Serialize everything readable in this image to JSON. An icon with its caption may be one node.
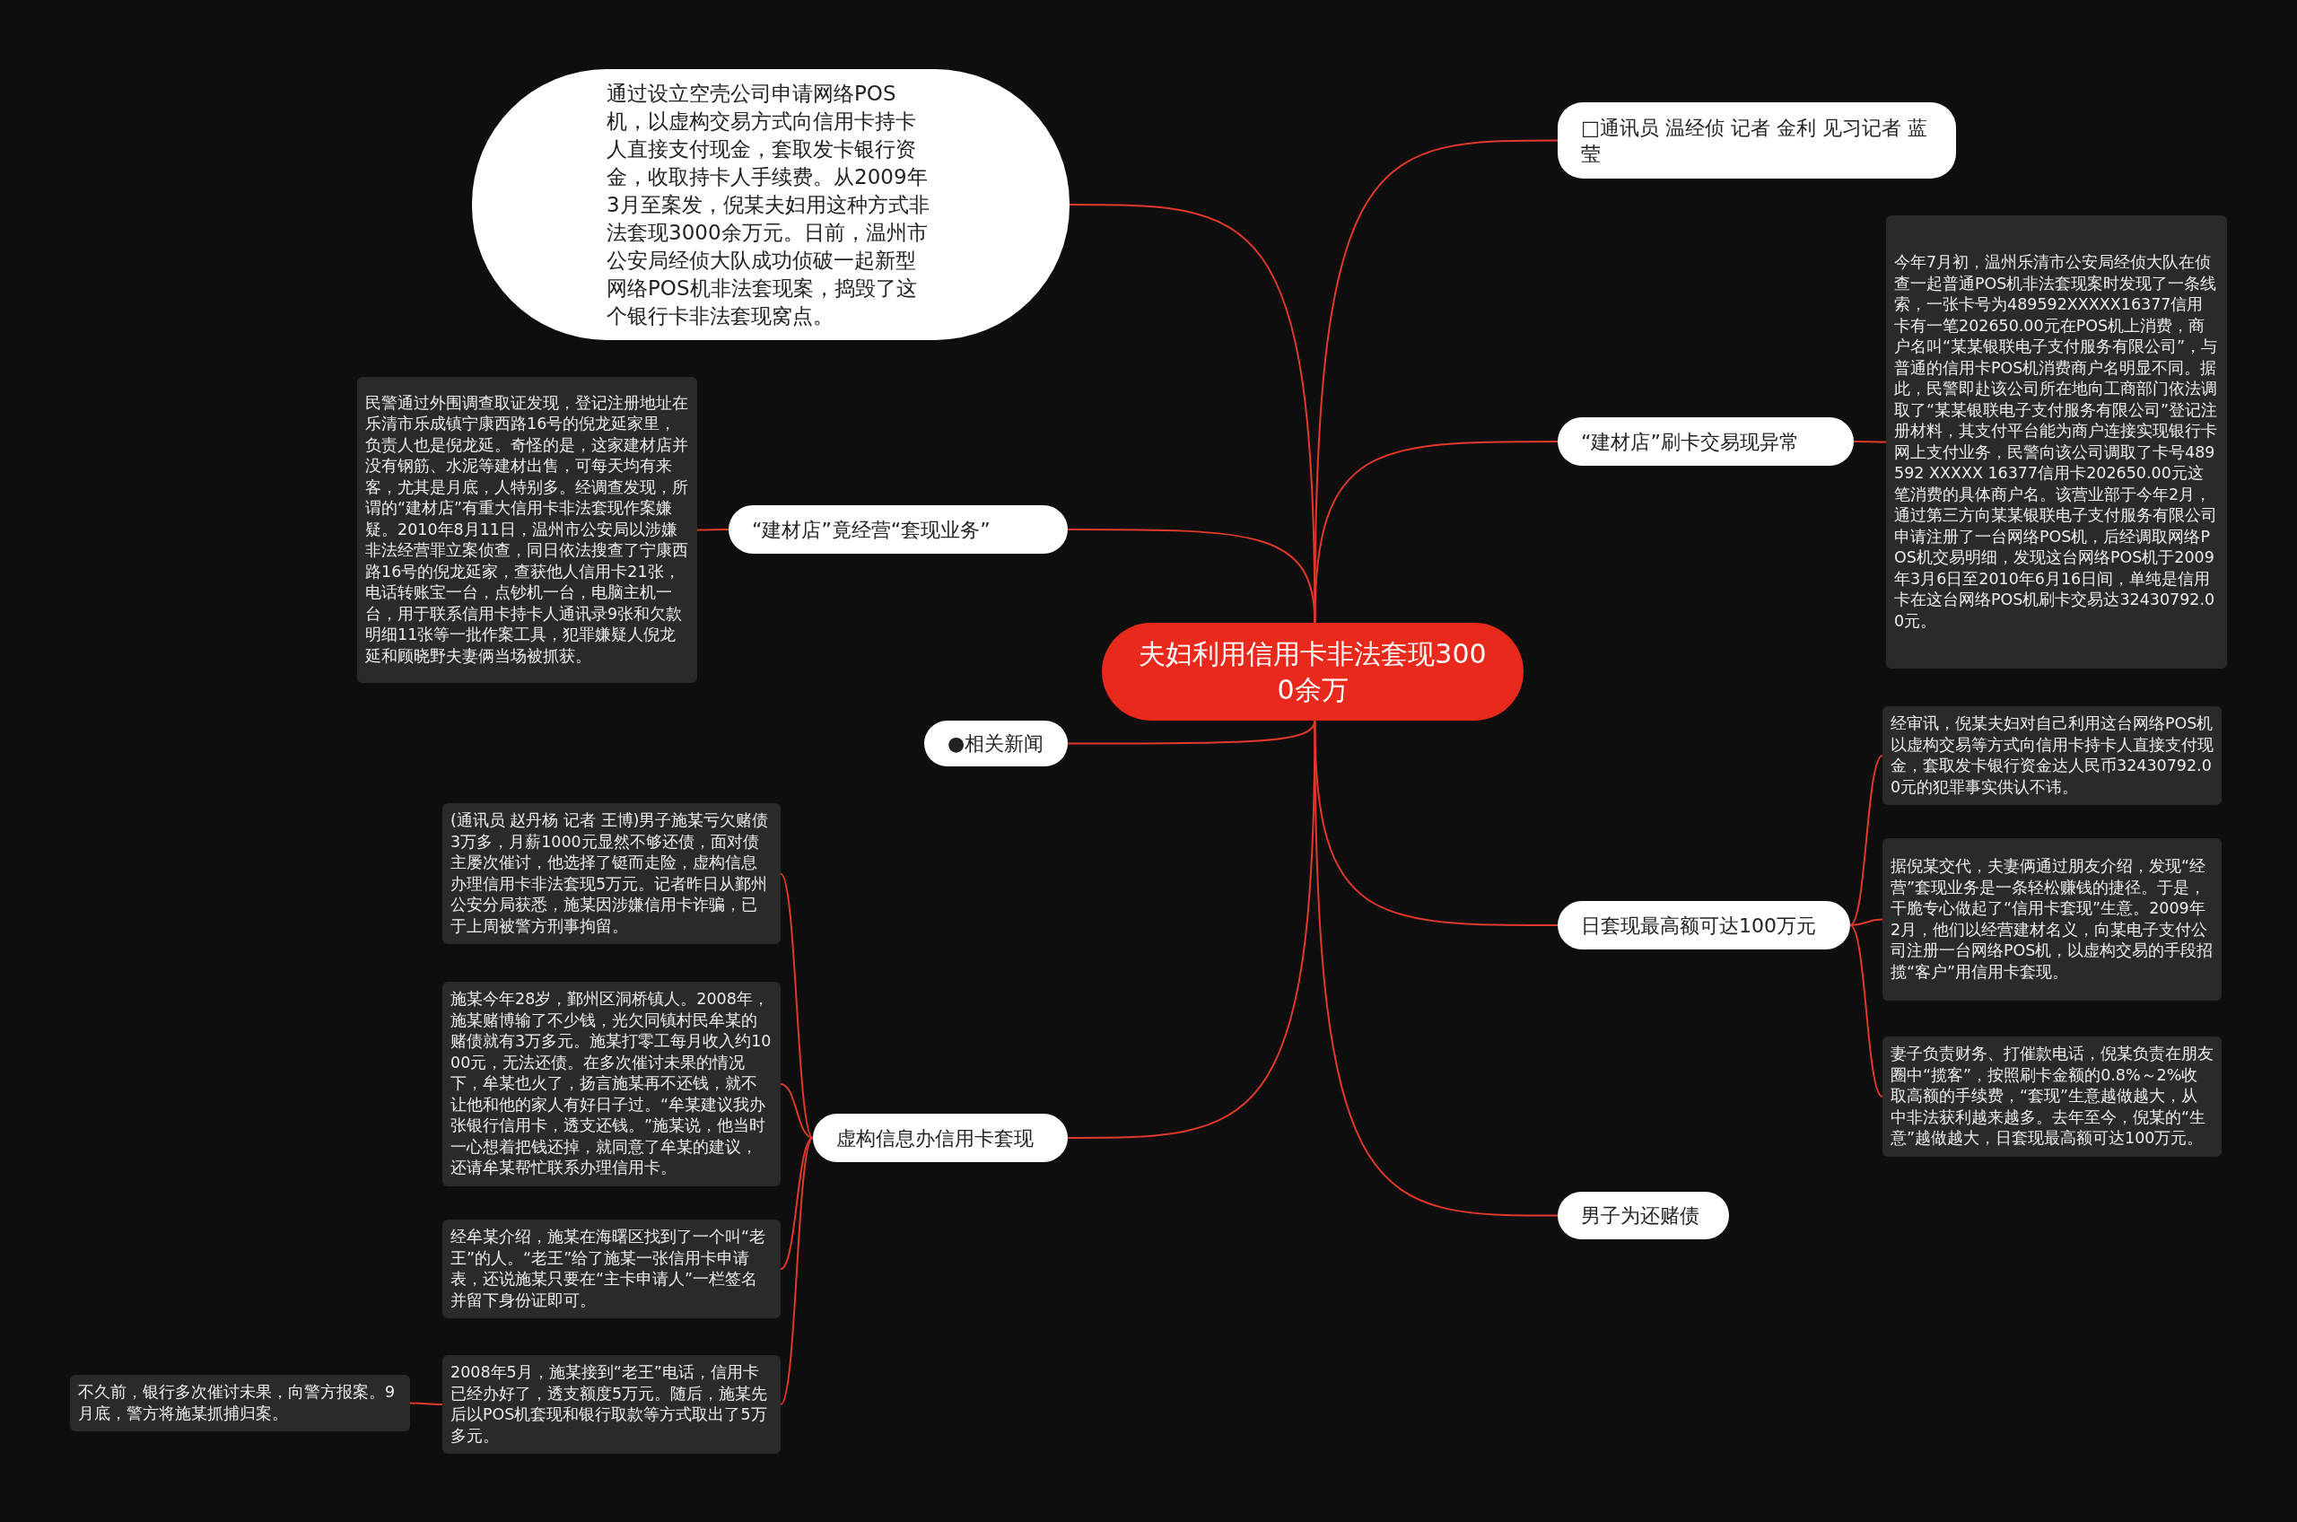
{
  "diagram": {
    "nodes": [
      {
        "text": [
          "夫妇利用信用卡非法套现3000余万"
        ]
      },
      {
        "text": [
          "通过设立空壳公司申请网络POS机，以虚构交易方式向信用卡持卡人直接支付现金，套取发卡银行资金，收取持卡人手续费。从2009年3月至案发，倪某夫妇用这种方式非法套现3000余万元。日前，温州市公安局经侦大队成功侦破一起新型网络POS机非法套现案，捣毁了这个银行卡非法套现窝点。"
        ]
      },
      {
        "text": [
          "□通讯员 温经侦 记者 金利 见习记者 蓝莹"
        ]
      },
      {
        "text": [
          "“建材店”刷卡交易现异常"
        ]
      },
      {
        "text": [
          "今年7月初，温州乐清市公安局经侦大队在侦查一起普通POS机非法套现案时发现了一条线索，一张卡号为489592XXXXX16377信用卡有一笔202650.00元在POS机上消费，商户名叫“某某银联电子支付服务有限公司”，与普通的信用卡POS机消费商户名明显不同。据此，民警即赴该公司所在地向工商部门依法调取了“某某银联电子支付服务有限公司”登记注册材料，其支付平台能为商户连接实现银行卡网上支付业务，民警向该公司调取了卡号489592 XXXXX 16377信用卡202650.00元这笔消费的具体商户名。该营业部于今年2月，通过第三方向某某银联电子支付服务有限公司申请注册了一台网络POS机，后经调取网络POS机交易明细，发现这台网络POS机于2009年3月6日至2010年6月16日间，单纯是信用卡在这台网络POS机刷卡交易达32430792.00元。"
        ]
      },
      {
        "text": [
          "“建材店”竟经营“套现业务”"
        ]
      },
      {
        "text": [
          "民警通过外围调查取证发现，登记注册地址在乐清市乐成镇宁康西路16号的倪龙延家里，负责人也是倪龙延。奇怪的是，这家建材店并没有钢筋、水泥等建材出售，可每天均有来客，尤其是月底，人特别多。经调查发现，所谓的“建材店”有重大信用卡非法套现作案嫌疑。2010年8月11日，温州市公安局以涉嫌非法经营罪立案侦查，同日依法搜查了宁康西路16号的倪龙延家，查获他人信用卡21张，电话转账宝一台，点钞机一台，电脑主机一台，用于联系信用卡持卡人通讯录9张和欠款明细11张等一批作案工具，犯罪嫌疑人倪龙延和顾晓野夫妻俩当场被抓获。"
        ]
      },
      {
        "text": [
          "●相关新闻"
        ]
      },
      {
        "text": [
          "日套现最高额可达100万元"
        ]
      },
      {
        "text": [
          "经审讯，倪某夫妇对自己利用这台网络POS机以虚构交易等方式向信用卡持卡人直接支付现金，套取发卡银行资金达人民币32430792.00元的犯罪事实供认不讳。"
        ]
      },
      {
        "text": [
          "据倪某交代，夫妻俩通过朋友介绍，发现“经营”套现业务是一条轻松赚钱的捷径。于是，干脆专心做起了“信用卡套现”生意。2009年2月，他们以经营建材名义，向某电子支付公司注册一台网络POS机，以虚构交易的手段招揽“客户”用信用卡套现。"
        ]
      },
      {
        "text": [
          "妻子负责财务、打催款电话，倪某负责在朋友圈中“揽客”，按照刷卡金额的0.8%～2%收取高额的手续费，“套现”生意越做越大，从中非法获利越来越多。去年至今，倪某的“生意”越做越大，日套现最高额可达100万元。"
        ]
      },
      {
        "text": [
          "虚构信息办信用卡套现"
        ]
      },
      {
        "text": [
          "(通讯员 赵丹杨 记者 王博)男子施某亏欠赌债3万多，月薪1000元显然不够还债，面对债主屡次催讨，他选择了铤而走险，虚构信息办理信用卡非法套现5万元。记者昨日从鄞州公安分局获悉，施某因涉嫌信用卡诈骗，已于上周被警方刑事拘留。"
        ]
      },
      {
        "text": [
          "施某今年28岁，鄞州区洞桥镇人。2008年，施某赌博输了不少钱，光欠同镇村民牟某的赌债就有3万多元。施某打零工每月收入约1000元，无法还债。在多次催讨未果的情况下，牟某也火了，扬言施某再不还钱，就不让他和他的家人有好日子过。“牟某建议我办张银行信用卡，透支还钱。”施某说，他当时一心想着把钱还掉，就同意了牟某的建议，还请牟某帮忙联系办理信用卡。"
        ]
      },
      {
        "text": [
          "经牟某介绍，施某在海曙区找到了一个叫“老王”的人。“老王”给了施某一张信用卡申请表，还说施某只要在“主卡申请人”一栏签名并留下身份证即可。"
        ]
      },
      {
        "text": [
          "2008年5月，施某接到“老王”电话，信用卡已经办好了，透支额度5万元。随后，施某先后以POS机套现和银行取款等方式取出了5万多元。"
        ]
      },
      {
        "text": [
          "不久前，银行多次催讨未果，向警方报案。9月底，警方将施某抓捕归案。"
        ]
      },
      {
        "text": [
          "男子为还赌债"
        ]
      }
    ],
    "edges": [
      {
        "from": 0,
        "to": 1,
        "arrow": "none"
      },
      {
        "from": 0,
        "to": 2,
        "arrow": "none"
      },
      {
        "from": 0,
        "to": 3,
        "arrow": "none"
      },
      {
        "from": 3,
        "to": 4,
        "arrow": "none"
      },
      {
        "from": 0,
        "to": 5,
        "arrow": "none"
      },
      {
        "from": 5,
        "to": 6,
        "arrow": "none"
      },
      {
        "from": 0,
        "to": 7,
        "arrow": "none"
      },
      {
        "from": 0,
        "to": 8,
        "arrow": "none"
      },
      {
        "from": 8,
        "to": 9,
        "arrow": "none"
      },
      {
        "from": 8,
        "to": 10,
        "arrow": "none"
      },
      {
        "from": 8,
        "to": 11,
        "arrow": "none"
      },
      {
        "from": 0,
        "to": 12,
        "arrow": "none"
      },
      {
        "from": 12,
        "to": 13,
        "arrow": "none"
      },
      {
        "from": 12,
        "to": 14,
        "arrow": "none"
      },
      {
        "from": 12,
        "to": 15,
        "arrow": "none"
      },
      {
        "from": 12,
        "to": 16,
        "arrow": "none"
      },
      {
        "from": 16,
        "to": 17,
        "arrow": "none"
      },
      {
        "from": 0,
        "to": 18,
        "arrow": "none"
      }
    ]
  }
}
